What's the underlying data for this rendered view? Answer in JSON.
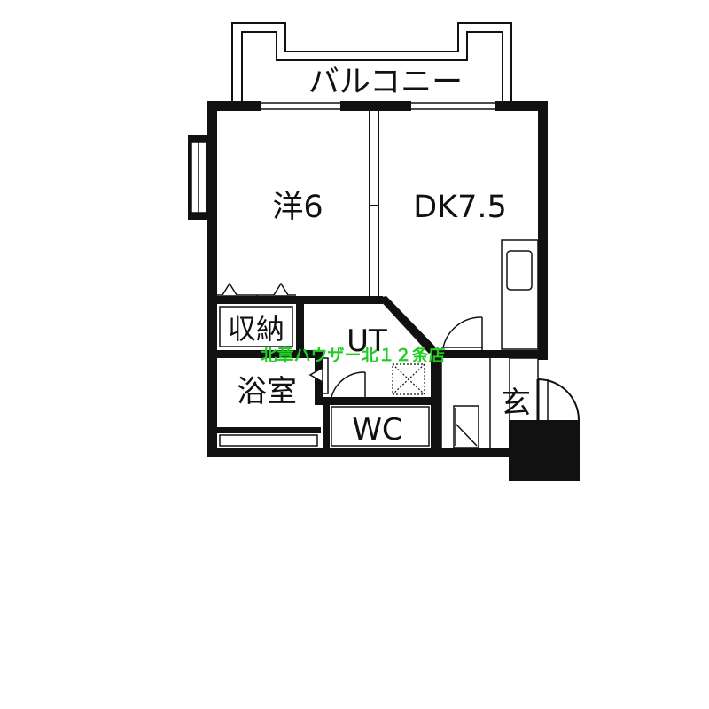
{
  "floorplan": {
    "rooms": {
      "balcony": "バルコニー",
      "western_room": "洋6",
      "dining_kitchen": "DK7.5",
      "closet": "収納",
      "utility": "UT",
      "bathroom": "浴室",
      "toilet": "WC",
      "entrance": "玄"
    },
    "watermark": "北章ハウザー北１２条店",
    "colors": {
      "wall": "#111111",
      "background": "#ffffff",
      "watermark": "#22cc22"
    }
  }
}
